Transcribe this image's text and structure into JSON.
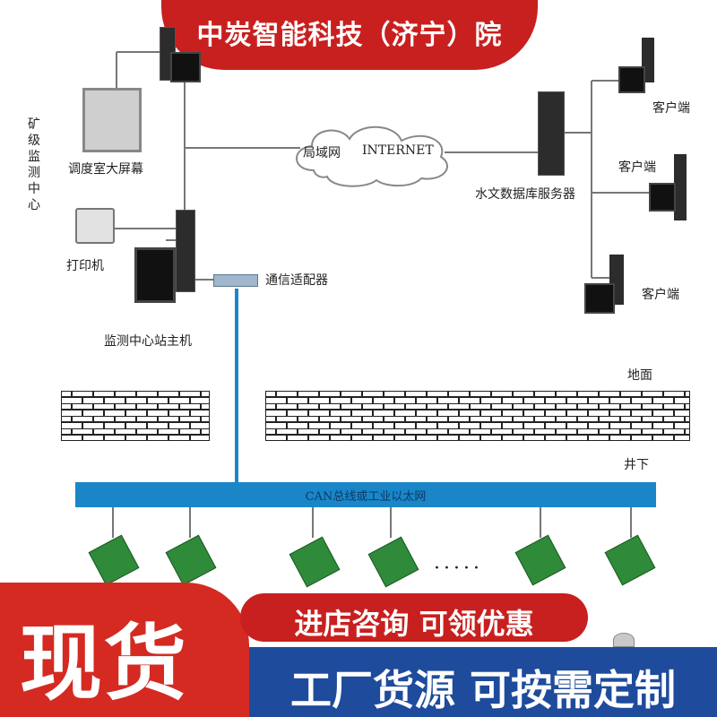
{
  "header": {
    "title": "中炭智能科技（济宁）院"
  },
  "diagram": {
    "center_label": "矿级监测中心",
    "big_screen": "调度室大屏幕",
    "lan": "局域网",
    "internet": "INTERNET",
    "db_server": "水文数据库服务器",
    "printer": "打印机",
    "comm_adapter": "通信适配器",
    "station_host": "监测中心站主机",
    "client_1": "客户端",
    "client_2": "客户端",
    "client_3": "客户端",
    "ground": "地面",
    "underground": "井下",
    "bus": "CAN总线或工业以太网",
    "ellipsis": "·····"
  },
  "promo": {
    "stock": "现货",
    "visit": "进店咨询 可领优惠",
    "factory": "工厂货源 可按需定制"
  },
  "colors": {
    "banner_red": "#c8201f",
    "promo_red": "#d42a22",
    "promo_blue": "#1e4b9c",
    "bus_blue": "#1a86c8",
    "board_green": "#2f8a3a"
  }
}
